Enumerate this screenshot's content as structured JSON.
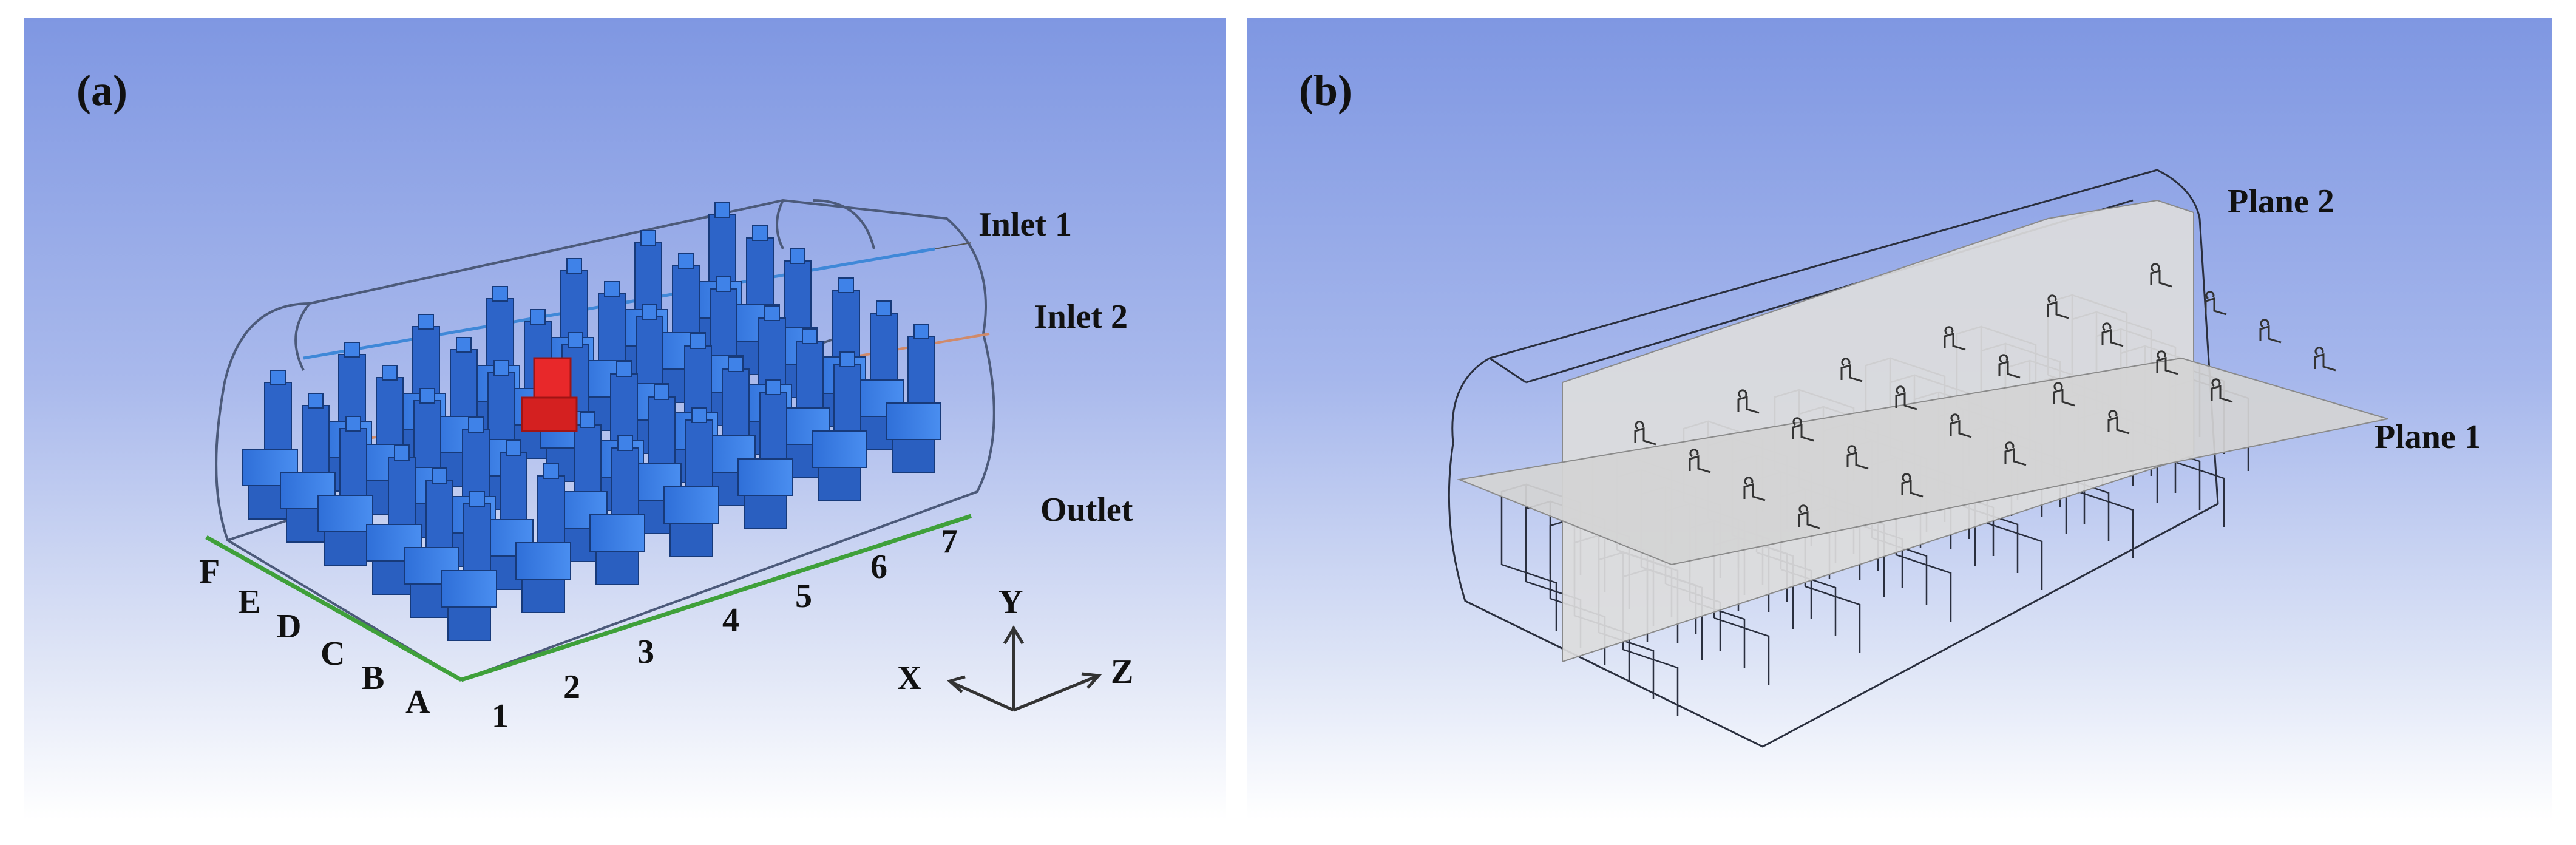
{
  "panel_a": {
    "tag": "(a)",
    "labels": {
      "inlet1": "Inlet 1",
      "inlet2": "Inlet 2",
      "outlet": "Outlet"
    },
    "rows": [
      "F",
      "E",
      "D",
      "C",
      "B",
      "A"
    ],
    "columns": [
      "1",
      "2",
      "3",
      "4",
      "5",
      "6",
      "7"
    ],
    "axes": {
      "x": "X",
      "y": "Y",
      "z": "Z"
    }
  },
  "panel_b": {
    "tag": "(b)",
    "labels": {
      "plane1": "Plane 1",
      "plane2": "Plane 2"
    }
  },
  "colors": {
    "seat": "#3f82e8",
    "highlight": "#e8282a",
    "plane": "#d8d8d8",
    "background_top": "#7f97e2"
  }
}
